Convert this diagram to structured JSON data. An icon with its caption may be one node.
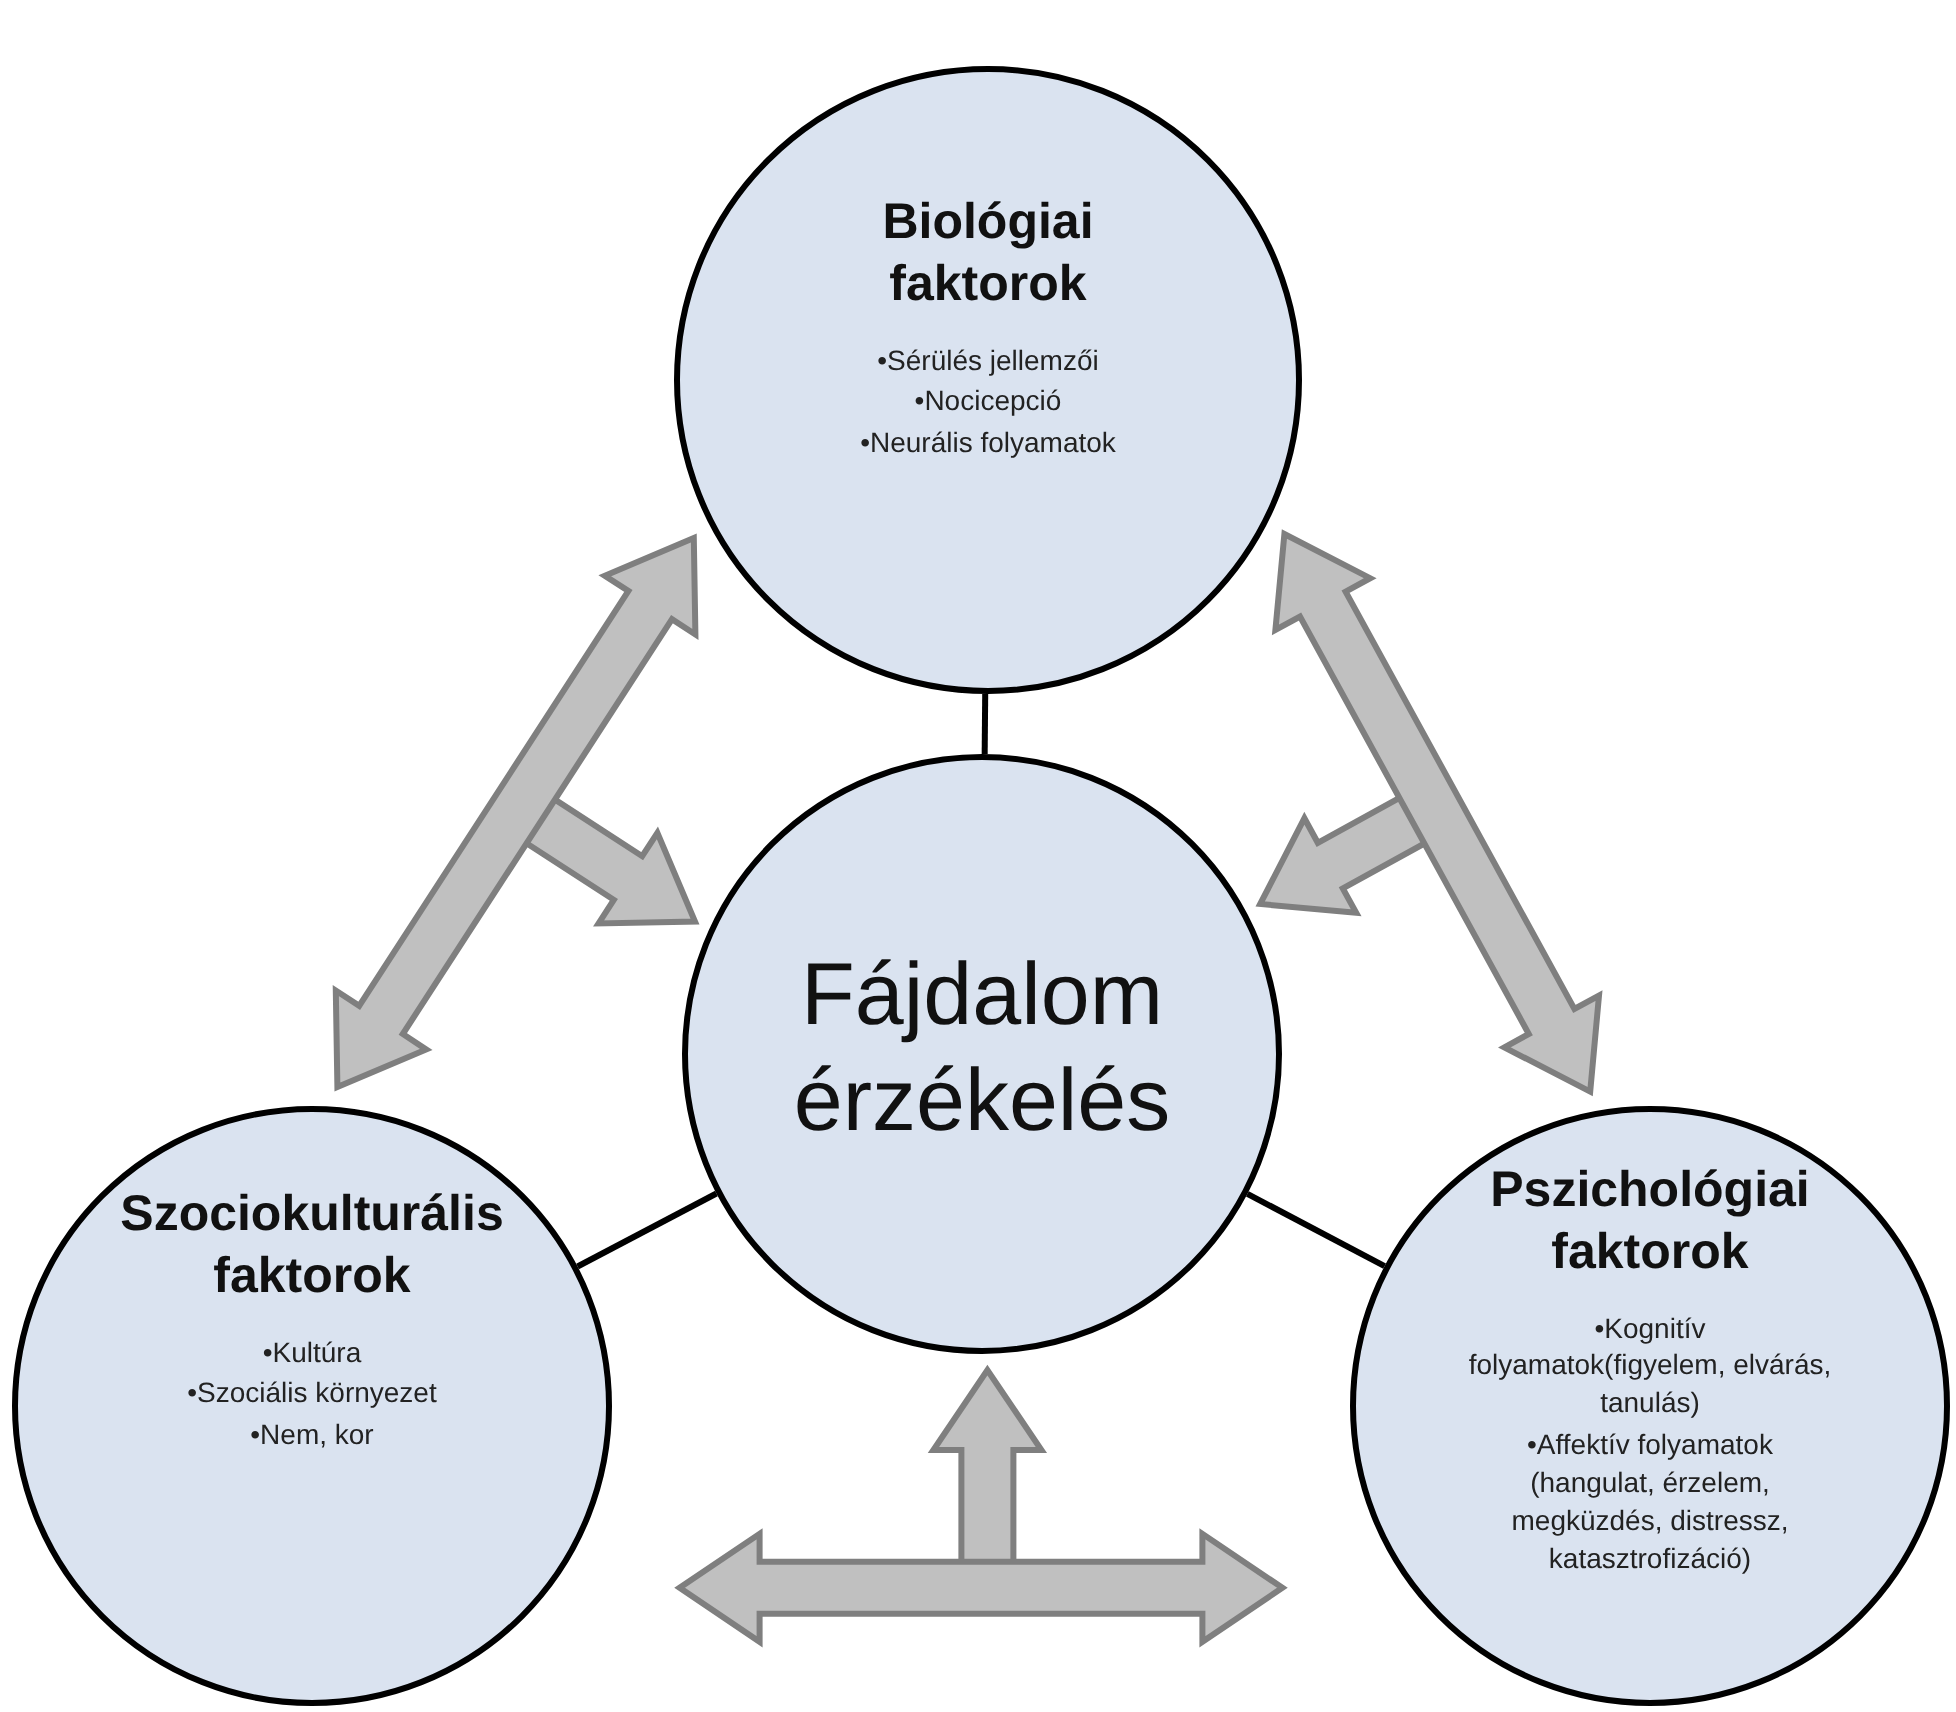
{
  "diagram": {
    "nodes": [
      {
        "text": [
          "Fájdalom érzékelés"
        ]
      },
      {
        "text": [
          "Biológiai faktorok",
          "•Sérülés jellemzői",
          "•Nocicepció",
          "•Neurális folyamatok"
        ]
      },
      {
        "text": [
          "Pszichológiai faktorok",
          "•Kognitív folyamatok(figyelem, elvárás, tanulás)",
          "•Affektív folyamatok (hangulat, érzelem, megküzdés, distressz, katasztrofizáció)"
        ]
      },
      {
        "text": [
          "Szociokulturális faktorok",
          "•Kultúra",
          "•Szociális környezet",
          "•Nem, kor"
        ]
      }
    ],
    "edges": [
      {
        "from": 0,
        "to": 1,
        "arrow": "none"
      },
      {
        "from": 0,
        "to": 2,
        "arrow": "none"
      },
      {
        "from": 0,
        "to": 3,
        "arrow": "none"
      },
      {
        "from": 3,
        "to": 1,
        "arrow": "both",
        "style": "thick",
        "color": "#c0c0c0"
      },
      {
        "from": null,
        "to": 0,
        "arrow": "to",
        "style": "thick",
        "color": "#c0c0c0"
      },
      {
        "from": 1,
        "to": 2,
        "arrow": "both",
        "style": "thick",
        "color": "#c0c0c0"
      },
      {
        "from": null,
        "to": 0,
        "arrow": "to",
        "style": "thick",
        "color": "#c0c0c0"
      },
      {
        "from": 3,
        "to": 2,
        "arrow": "both",
        "style": "thick",
        "color": "#c0c0c0"
      },
      {
        "from": null,
        "to": 0,
        "arrow": "to",
        "style": "thick",
        "color": "#c0c0c0"
      }
    ]
  }
}
